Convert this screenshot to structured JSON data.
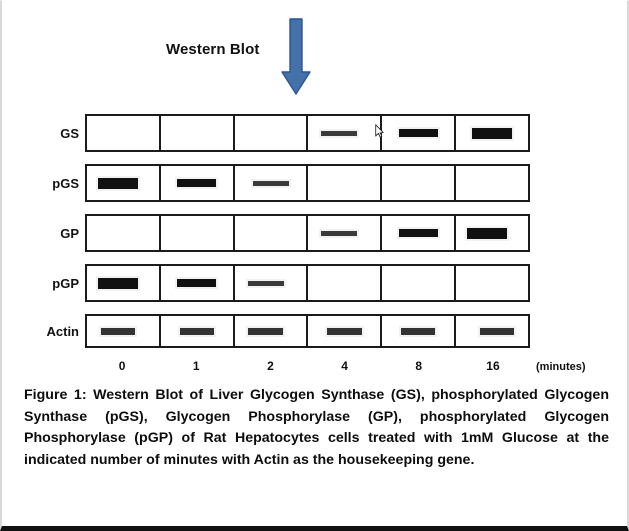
{
  "figure": {
    "title": "Western Blot",
    "arrow_color": "#4472a8",
    "arrow_border_color": "#2f5496",
    "caption": "Figure 1: Western Blot of Liver Glycogen Synthase (GS), phosphorylated Glycogen Synthase (pGS), Glycogen Phosphorylase (GP), phosphorylated Glycogen Phosphorylase (pGP) of Rat Hepatocytes cells treated with 1mM Glucose at the indicated number of minutes with Actin as the housekeeping gene."
  },
  "axis": {
    "unit_label": "(minutes)",
    "ticks": [
      "0",
      "1",
      "2",
      "4",
      "8",
      "16"
    ]
  },
  "chart_data": {
    "type": "heatmap",
    "title": "Western Blot",
    "xlabel": "(minutes)",
    "ylabel": "",
    "categories": [
      "0",
      "1",
      "2",
      "4",
      "8",
      "16"
    ],
    "legend": [],
    "grid": true,
    "intensity_scale": [
      "none",
      "faint",
      "medium",
      "strong"
    ],
    "series": [
      {
        "name": "GS",
        "values": [
          "none",
          "none",
          "none",
          "faint",
          "medium",
          "strong"
        ]
      },
      {
        "name": "pGS",
        "values": [
          "strong",
          "medium",
          "faint",
          "none",
          "none",
          "none"
        ]
      },
      {
        "name": "GP",
        "values": [
          "none",
          "none",
          "none",
          "faint",
          "medium",
          "strong"
        ]
      },
      {
        "name": "pGP",
        "values": [
          "strong",
          "medium",
          "faint",
          "none",
          "none",
          "none"
        ]
      },
      {
        "name": "Actin",
        "values": [
          "actin",
          "actin",
          "actin",
          "actin",
          "actin",
          "actin"
        ]
      }
    ]
  },
  "rows": [
    {
      "label": "GS",
      "bands": [
        "none",
        "none",
        "none",
        "faint",
        "medium",
        "strong"
      ],
      "offsets": [
        "",
        "",
        "",
        "off-left",
        "",
        ""
      ]
    },
    {
      "label": "pGS",
      "bands": [
        "strong",
        "medium",
        "faint",
        "none",
        "none",
        "none"
      ],
      "offsets": [
        "off-left",
        "",
        "",
        "",
        "",
        ""
      ]
    },
    {
      "label": "GP",
      "bands": [
        "none",
        "none",
        "none",
        "faint",
        "medium",
        "strong"
      ],
      "offsets": [
        "",
        "",
        "",
        "off-left",
        "",
        "off-left"
      ]
    },
    {
      "label": "pGP",
      "bands": [
        "strong",
        "medium",
        "faint",
        "none",
        "none",
        "none"
      ],
      "offsets": [
        "off-left",
        "",
        "off-left",
        "",
        "",
        ""
      ]
    },
    {
      "label": "Actin",
      "bands": [
        "actin",
        "actin",
        "actin",
        "actin",
        "actin",
        "actin"
      ],
      "offsets": [
        "off-left",
        "",
        "off-left",
        "",
        "",
        "off-right"
      ]
    }
  ],
  "cursor": {
    "name": "mouse-pointer"
  }
}
